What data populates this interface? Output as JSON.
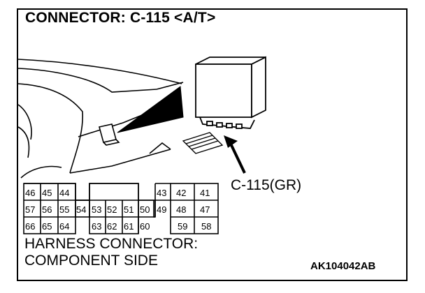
{
  "title": "CONNECTOR: C-115 <A/T>",
  "callout_label": "C-115(GR)",
  "footer": {
    "line1": "HARNESS CONNECTOR:",
    "line2": "COMPONENT SIDE"
  },
  "code": "AK104042AB",
  "pins": {
    "row1": [
      "46",
      "45",
      "44",
      "43",
      "42",
      "41"
    ],
    "row2": [
      "57",
      "56",
      "55",
      "54",
      "53",
      "52",
      "51",
      "50",
      "49",
      "48",
      "47"
    ],
    "row3": [
      "66",
      "65",
      "64",
      "63",
      "62",
      "61",
      "60",
      "59",
      "58"
    ]
  }
}
